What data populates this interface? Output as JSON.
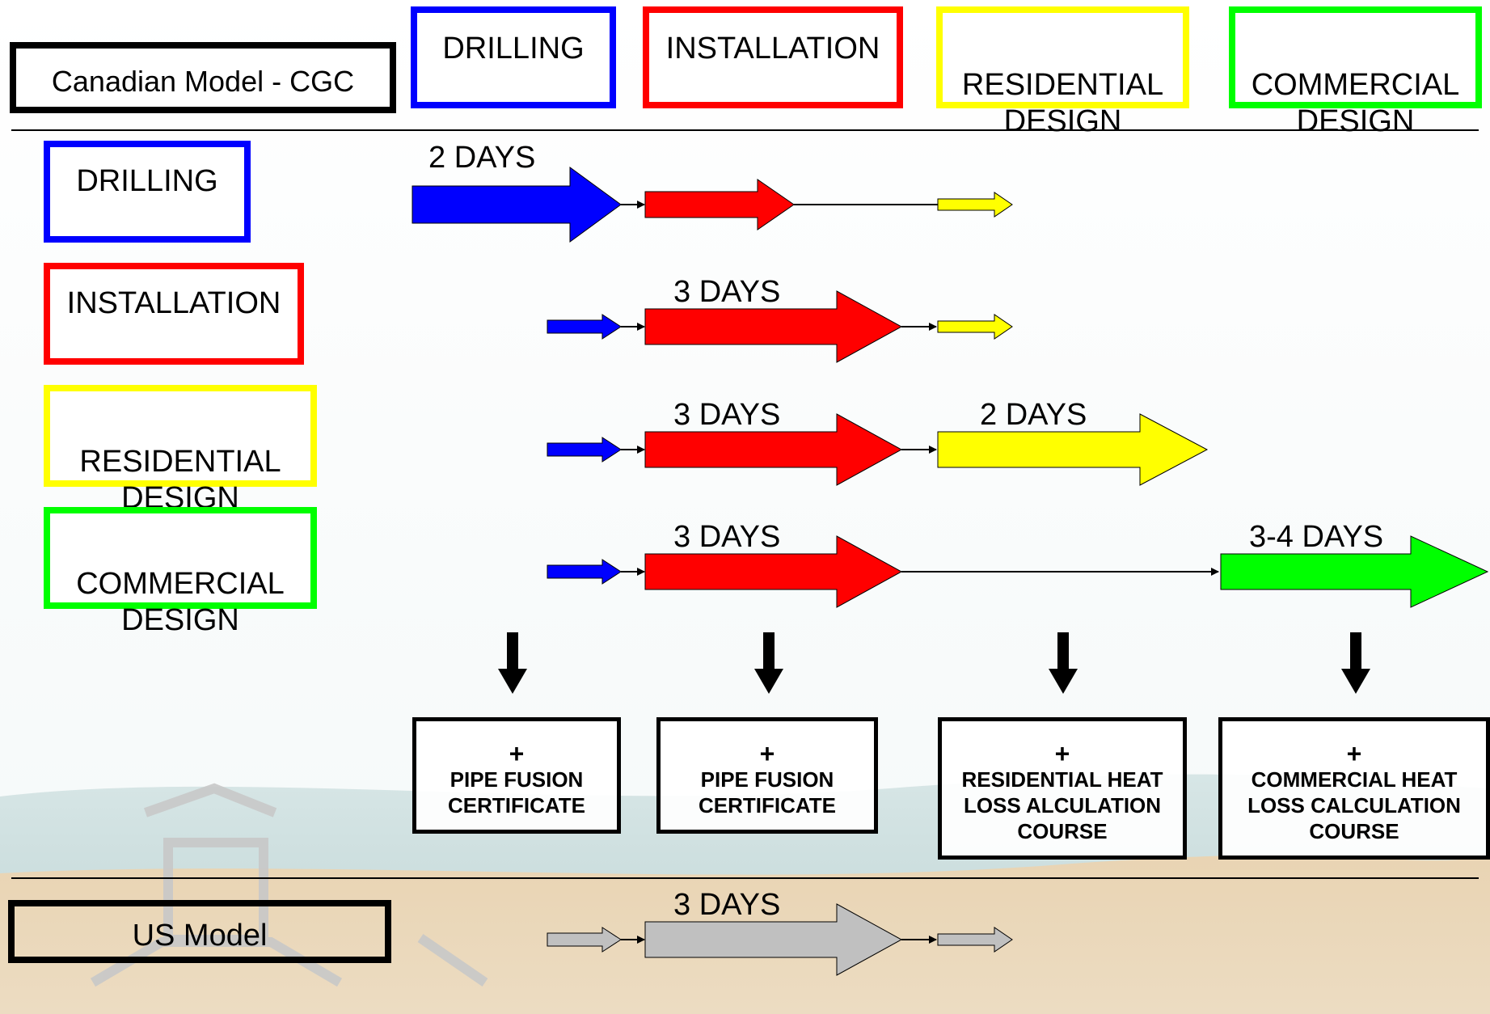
{
  "header": {
    "model_label": "Canadian Model - CGC",
    "columns": [
      {
        "label": "DRILLING",
        "color": "#0000ff"
      },
      {
        "label": "INSTALLATION",
        "color": "#ff0000"
      },
      {
        "label": "RESIDENTIAL\nDESIGN",
        "color": "#ffff00"
      },
      {
        "label": "COMMERCIAL\nDESIGN",
        "color": "#00ff00"
      }
    ]
  },
  "rows": [
    {
      "label": "DRILLING",
      "color": "#0000ff",
      "duration": "2 DAYS"
    },
    {
      "label": "INSTALLATION",
      "color": "#ff0000",
      "duration": "3 DAYS"
    },
    {
      "label": "RESIDENTIAL\nDESIGN",
      "color": "#ffff00",
      "duration": "3 DAYS",
      "extra_duration": "2 DAYS"
    },
    {
      "label": "COMMERCIAL\nDESIGN",
      "color": "#00ff00",
      "duration": "3 DAYS",
      "extra_duration": "3-4 DAYS"
    }
  ],
  "certificates": [
    {
      "plus": "+",
      "text": "PIPE FUSION\nCERTIFICATE"
    },
    {
      "plus": "+",
      "text": "PIPE FUSION\nCERTIFICATE"
    },
    {
      "plus": "+",
      "text": "RESIDENTIAL HEAT\nLOSS ALCULATION\nCOURSE"
    },
    {
      "plus": "+",
      "text": "COMMERCIAL HEAT\nLOSS CALCULATION\nCOURSE"
    }
  ],
  "us_model": {
    "label": "US Model",
    "duration": "3 DAYS",
    "color": "#c0c0c0"
  }
}
